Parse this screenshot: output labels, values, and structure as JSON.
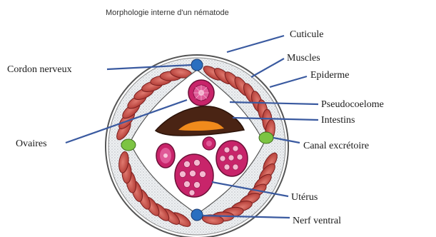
{
  "title": "Morphologie interne d'un nématode",
  "labels": {
    "cuticule": "Cuticule",
    "muscles": "Muscles",
    "epiderme": "Epiderme",
    "pseudocoelome": "Pseudocoelome",
    "intestins": "Intestins",
    "canal_excretoire": "Canal excrétoire",
    "uterus": "Utérus",
    "nerf_ventral": "Nerf ventral",
    "cordon_nerveux": "Cordon nerveux",
    "ovaires": "Ovaires"
  },
  "colors": {
    "muscle": "#c8504a",
    "muscle_outline": "#7a2020",
    "nerve": "#2a6fc0",
    "excretory": "#7cc443",
    "intestine_wall": "#4a2414",
    "intestine_lumen": "#f08a1c",
    "ovary": "#c8246a",
    "leader_line": "#3a5aa0"
  }
}
